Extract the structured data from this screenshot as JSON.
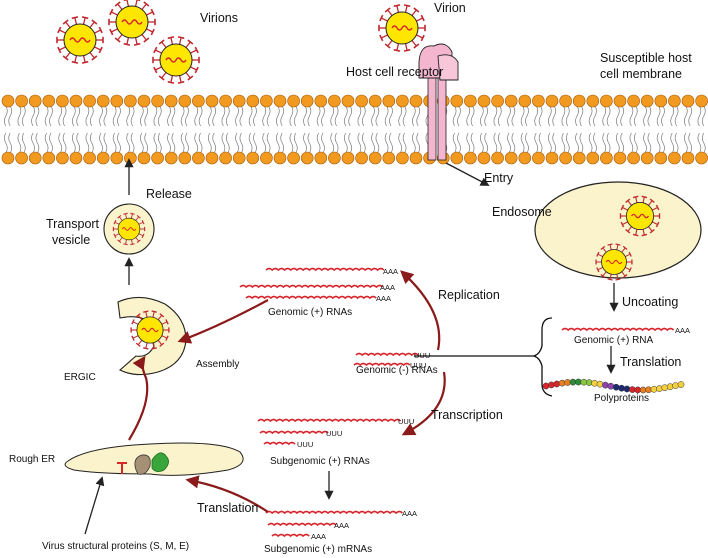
{
  "labels": {
    "virions": "Virions",
    "virion": "Virion",
    "host_cell_receptor": "Host cell receptor",
    "susceptible_membrane_1": "Susceptible host",
    "susceptible_membrane_2": "cell membrane",
    "entry": "Entry",
    "endosome": "Endosome",
    "uncoating": "Uncoating",
    "genomic_pos_rna_right": "Genomic (+) RNA",
    "translation_right": "Translation",
    "polyproteins": "Polyproteins",
    "replication": "Replication",
    "genomic_pos_rnas": "Genomic (+) RNAs",
    "genomic_neg_rnas": "Genomic (-) RNAs",
    "transcription": "Transcription",
    "subgenomic_pos_rnas": "Subgenomic (+) RNAs",
    "subgenomic_pos_mrnas": "Subgenomic (+) mRNAs",
    "translation_left": "Translation",
    "rough_er": "Rough ER",
    "virus_structural_proteins": "Virus structural proteins (S, M, E)",
    "ergic": "ERGIC",
    "assembly": "Assembly",
    "transport_1": "Transport",
    "transport_2": "vesicle",
    "release": "Release",
    "aaa": "AAA",
    "uuu": "UUU"
  },
  "colors": {
    "rna": "#d7262b",
    "arrow_dark": "#8b1a1a",
    "virion_fill": "#ffe600",
    "spike": "#c0282d",
    "lipid_head": "#f29a1f",
    "endosome_fill": "#fbf3cc",
    "receptor": "#f4b6cf"
  }
}
